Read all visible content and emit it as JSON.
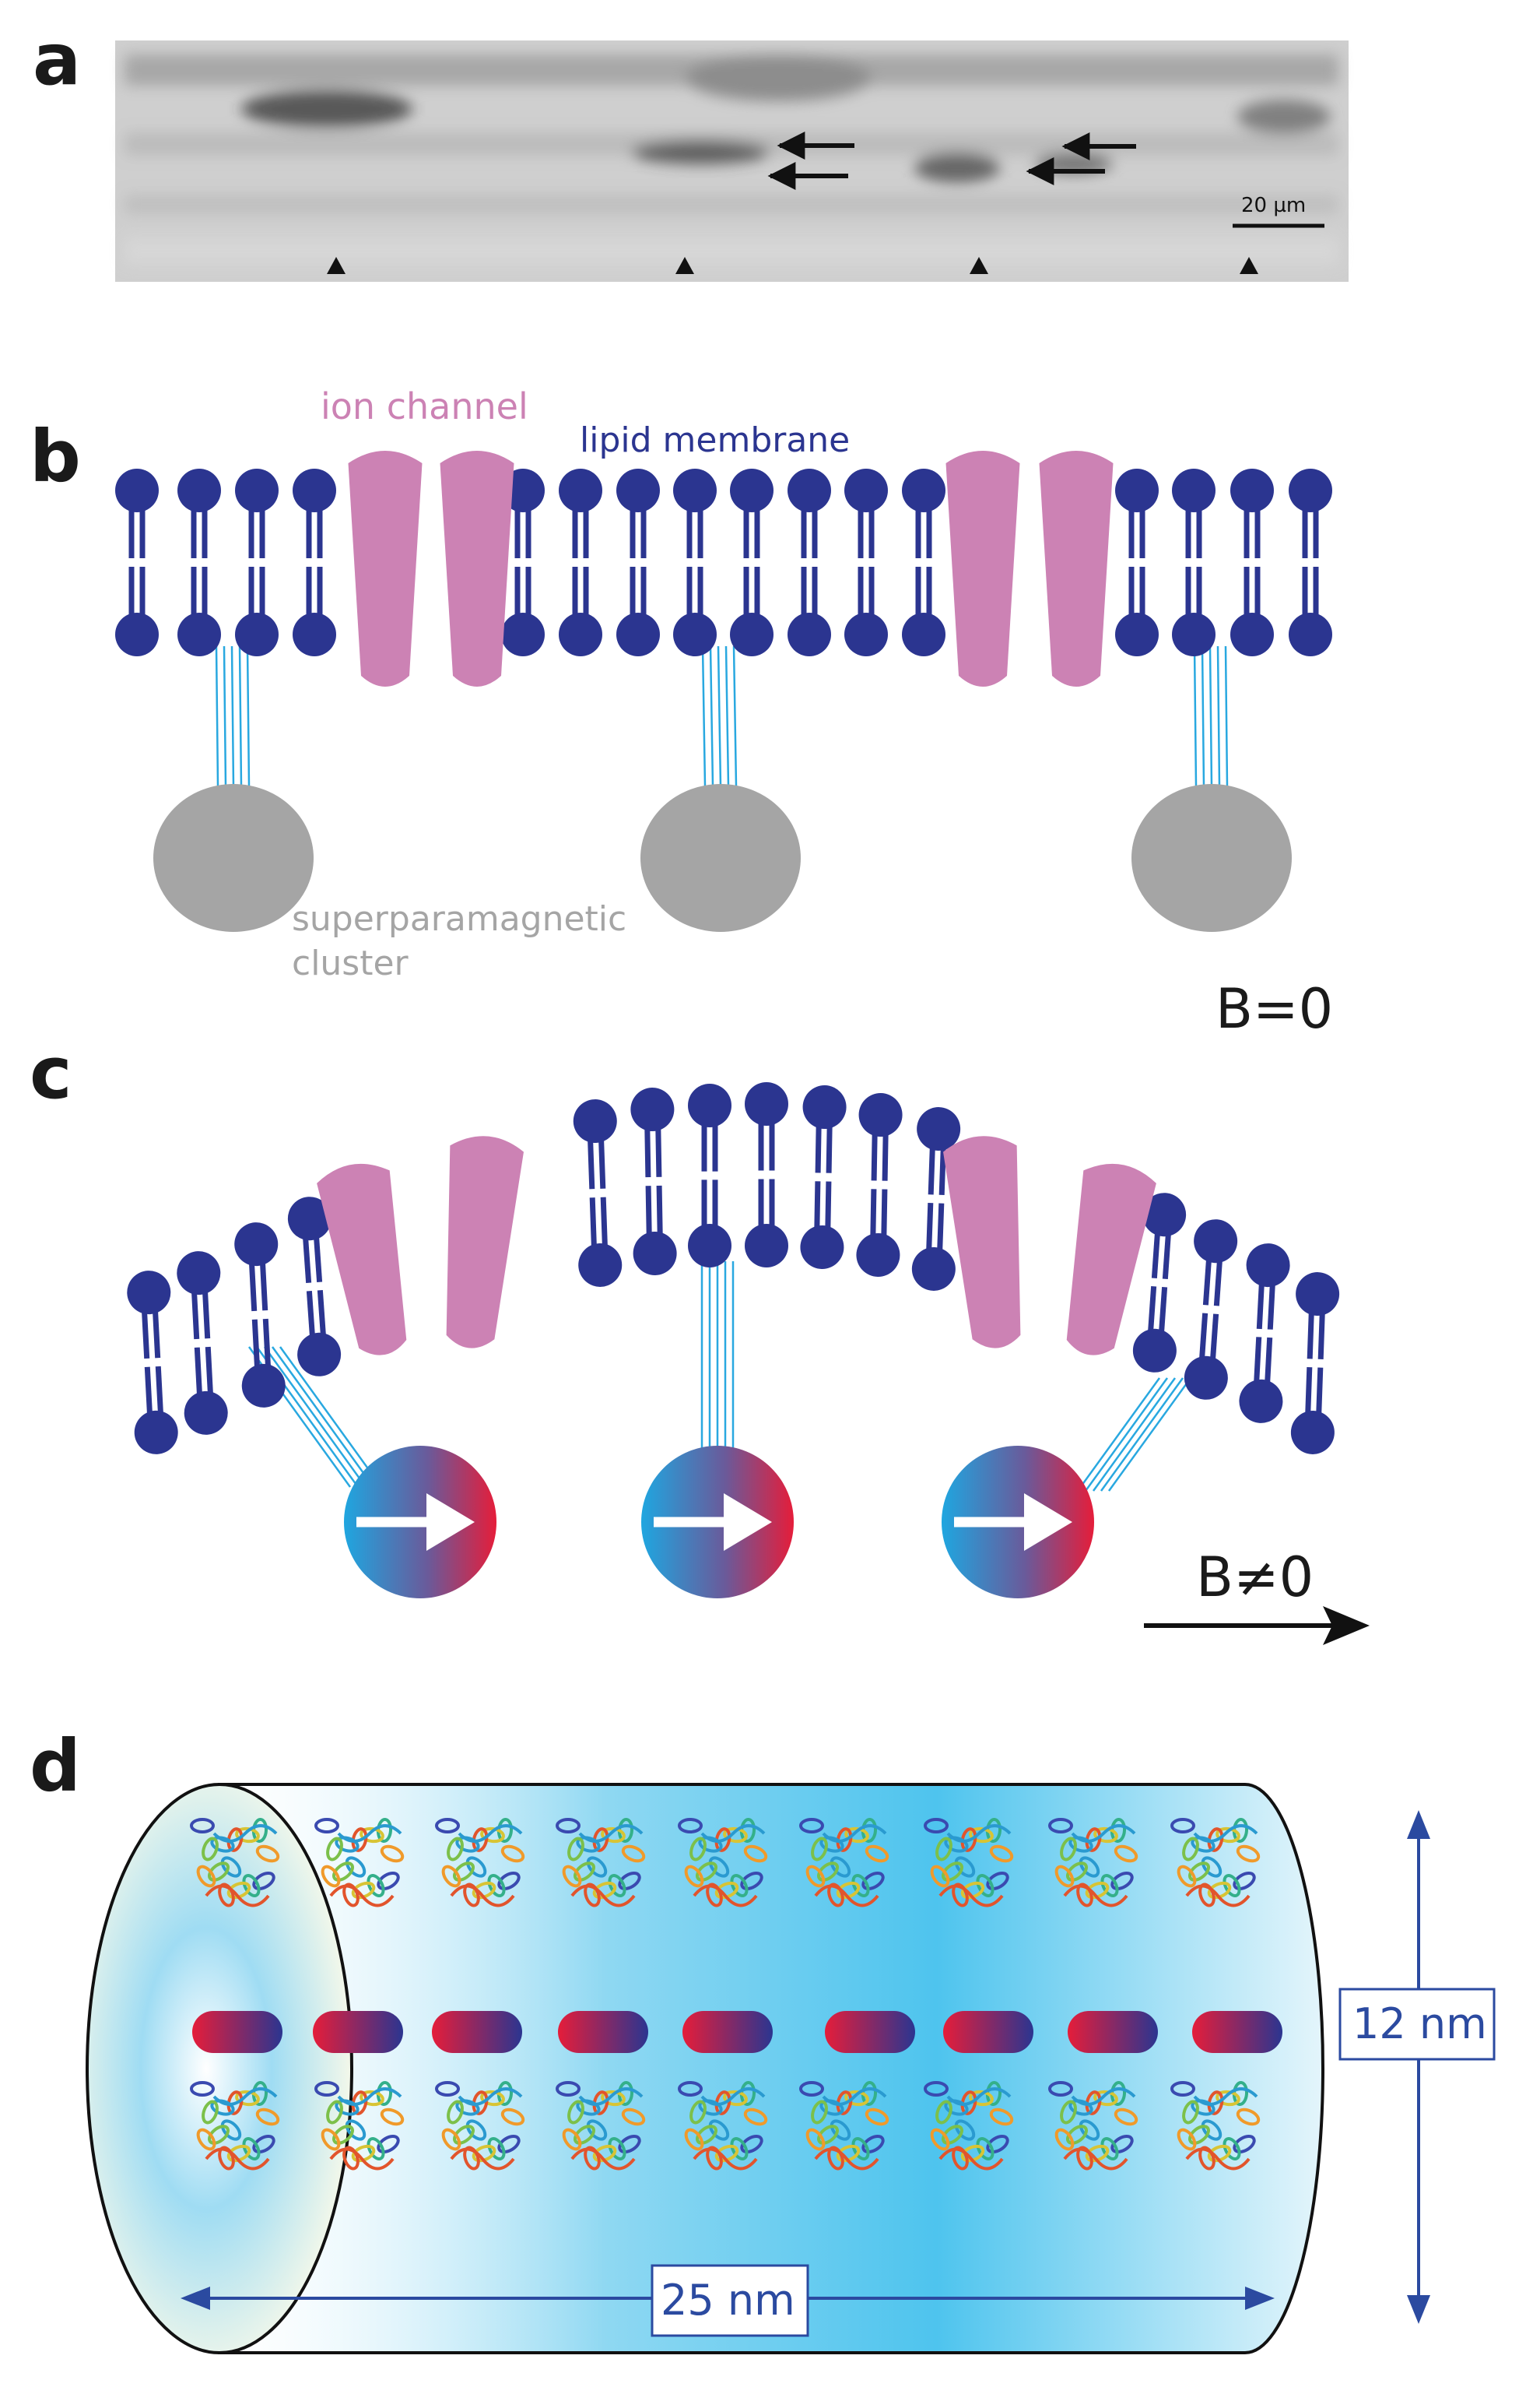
{
  "panels": {
    "a": {
      "letter": "a",
      "scale_bar_label": "20 µm"
    },
    "b": {
      "letter": "b",
      "ion_channel_label": "ion channel",
      "lipid_membrane_label": "lipid membrane",
      "cluster_label_line1": "superparamagnetic",
      "cluster_label_line2": "cluster",
      "field_label": "B=0"
    },
    "c": {
      "letter": "c",
      "field_label": "B≠0"
    },
    "d": {
      "letter": "d",
      "height_label": "12 nm",
      "length_label": "25 nm"
    }
  },
  "colors": {
    "lipid": "#2b3590",
    "ion_channel": "#cc82b4",
    "cluster": "#a5a5a5",
    "tether": "#29a8e0",
    "magnet_left": "#1fa6e0",
    "magnet_right": "#e51d3a",
    "rod_left": "#e51d3a",
    "rod_right": "#2b3590",
    "dimension": "#2b4aa0",
    "cylinder_fill": "#55c6ee",
    "text_dark": "#1a1a1a"
  },
  "icons": {
    "arrows_panel_a": "left-arrow-icon",
    "triangle_markers_panel_a": "triangle-up-icon",
    "protein": "protein-ribbon-icon",
    "magnet": "magnetization-arrow-icon"
  }
}
